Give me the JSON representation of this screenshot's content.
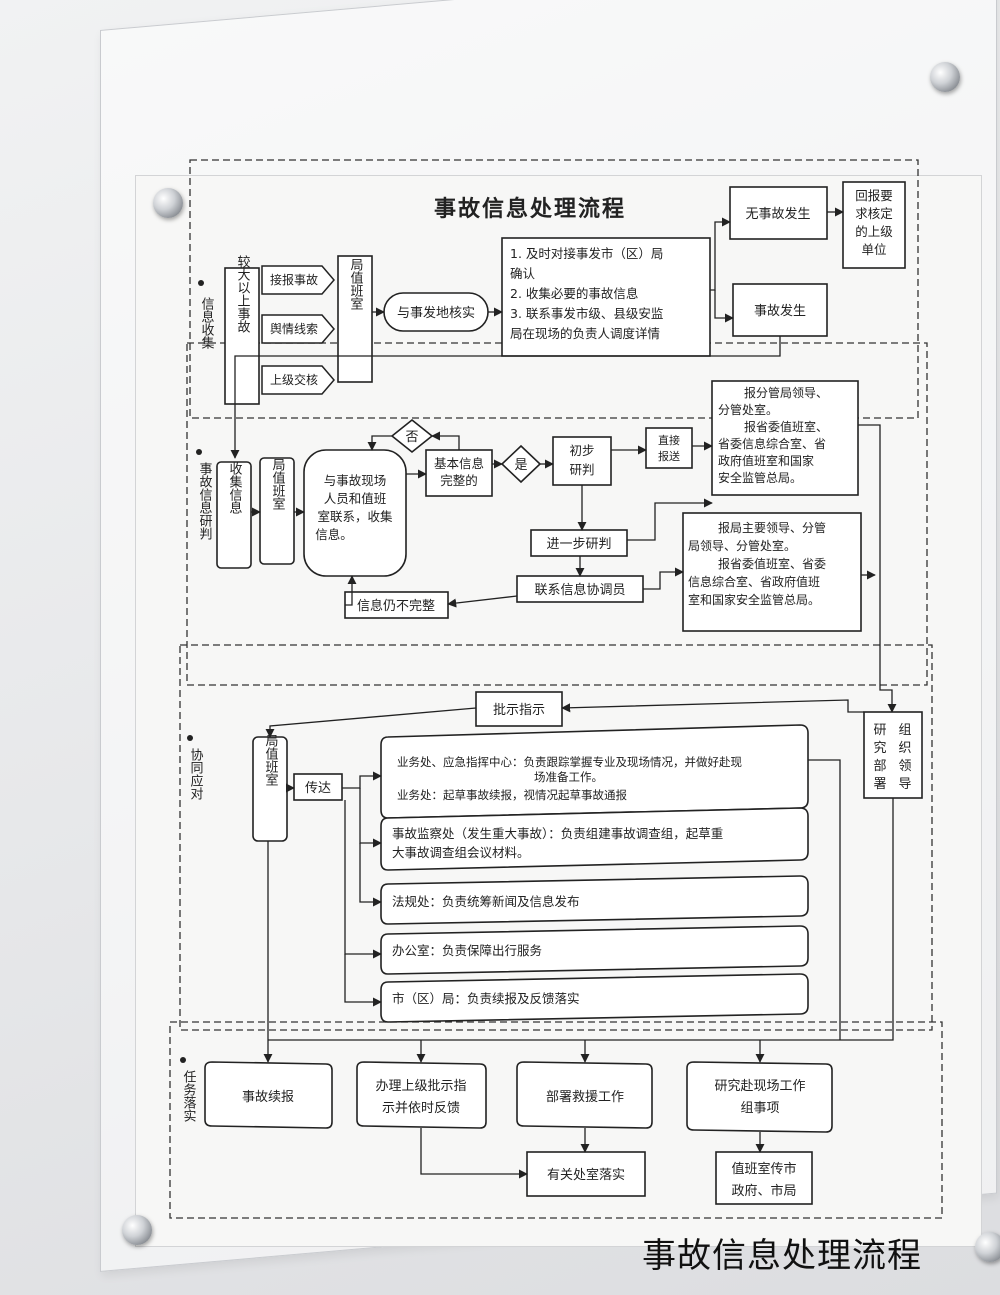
{
  "title": "事故信息处理流程",
  "caption": "事故信息处理流程",
  "stages": {
    "s1": "信息收集",
    "s2": "事故信息研判",
    "s3": "协同应对",
    "s4": "任务落实"
  },
  "collect": {
    "source": "较大以上事故",
    "inputs": [
      "接报事故",
      "舆情线索",
      "上级交核"
    ],
    "office": "局值班室",
    "verify": "与事发地核实",
    "steps": [
      "1. 及时对接事发市（区）局",
      "确认",
      "2. 收集必要的事故信息",
      "3. 联系事发市级、县级安监",
      "局在现场的负责人调度详情"
    ],
    "no_accident": "无事故发生",
    "reply": [
      "回报要",
      "求核定",
      "的上级",
      "单位"
    ],
    "accident": "事故发生"
  },
  "judge": {
    "collect_info": "收集信息",
    "office": "局值班室",
    "contact": [
      "与事故现场",
      "人员和值班",
      "室联系，收集",
      "信息。"
    ],
    "no": "否",
    "complete": [
      "基本信息",
      "完整的"
    ],
    "yes": "是",
    "initial": [
      "初步",
      "研判"
    ],
    "direct": [
      "直接",
      "报送"
    ],
    "report_a": [
      "报分管局领导、",
      "分管处室。",
      "报省委值班室、",
      "省委信息综合室、省",
      "政府值班室和国家",
      "安全监管总局。"
    ],
    "further": "进一步研判",
    "incomplete": "信息仍不完整",
    "coordinator": "联系信息协调员",
    "report_b": [
      "报局主要领导、分管",
      "局领导、分管处室。",
      "报省委值班室、省委",
      "信息综合室、省政府值班",
      "室和国家安全监管总局。"
    ]
  },
  "respond": {
    "instruction": "批示指示",
    "research": [
      "研",
      "究",
      "部",
      "署"
    ],
    "organize": [
      "组",
      "织",
      "领",
      "导"
    ],
    "office": "局值班室",
    "relay": "传达",
    "tasks": [
      [
        "业务处、应急指挥中心：负责跟踪掌握专业及现场情况，并做好赴现",
        "场准备工作。",
        "业务处：起草事故续报，视情况起草事故通报"
      ],
      [
        "事故监察处（发生重大事故）：负责组建事故调查组，起草重",
        "大事故调查组会议材料。"
      ],
      [
        "法规处：负责统筹新闻及信息发布"
      ],
      [
        "办公室：负责保障出行服务"
      ],
      [
        "市（区）局：负责续报及反馈落实"
      ]
    ]
  },
  "implement": {
    "followup": "事故续报",
    "handle": [
      "办理上级批示指",
      "示并依时反馈"
    ],
    "rescue": "部署救援工作",
    "team": [
      "研究赴现场工作",
      "组事项"
    ],
    "office_impl": "有关处室落实",
    "notify": [
      "值班室传市",
      "政府、市局"
    ]
  }
}
